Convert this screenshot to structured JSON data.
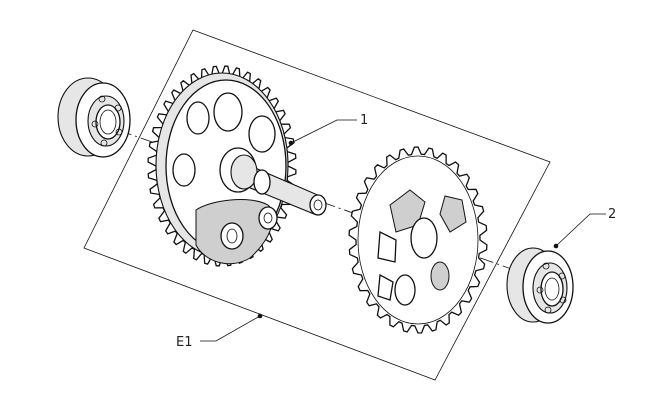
{
  "callouts": {
    "part_1": "1",
    "part_2": "2",
    "assembly": "E1"
  }
}
